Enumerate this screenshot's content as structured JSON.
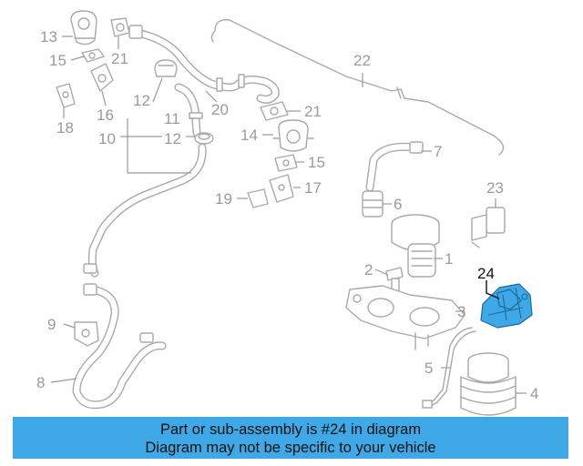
{
  "diagram": {
    "callouts": {
      "c13": "13",
      "c15a": "15",
      "c21a": "21",
      "c16": "16",
      "c18": "18",
      "c12a": "12",
      "c11": "11",
      "c20": "20",
      "c10": "10",
      "c12b": "12",
      "c22": "22",
      "c21b": "21",
      "c14": "14",
      "c15b": "15",
      "c17": "17",
      "c19": "19",
      "c7": "7",
      "c6": "6",
      "c23": "23",
      "c1": "1",
      "c2": "2",
      "c24": "24",
      "c3": "3",
      "c9": "9",
      "c8": "8",
      "c5": "5",
      "c4": "4"
    },
    "highlight_color": "#3ea9e6"
  },
  "banner": {
    "line1": "Part or sub-assembly is #24 in diagram",
    "line2": "Diagram may not be specific to your vehicle",
    "background": "#3ea9e6"
  }
}
